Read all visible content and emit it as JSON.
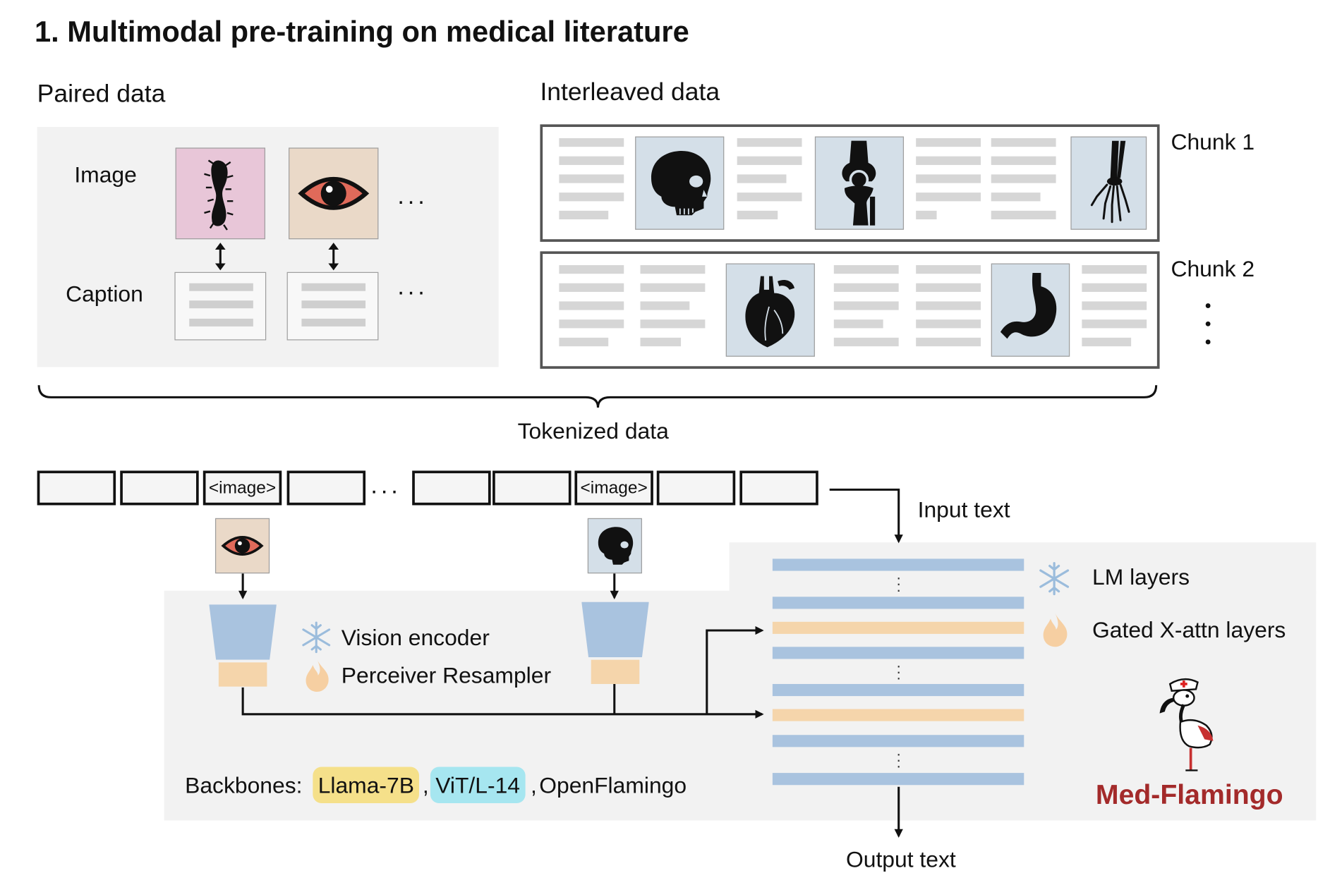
{
  "section_title": "1. Multimodal pre-training on medical literature",
  "paired": {
    "title": "Paired data",
    "image_label": "Image",
    "caption_label": "Caption",
    "ellipsis": "..."
  },
  "interleaved": {
    "title": "Interleaved data",
    "chunk1_label": "Chunk 1",
    "chunk2_label": "Chunk 2"
  },
  "tokenized": {
    "label": "Tokenized data",
    "image_token": "<image>",
    "ellipsis": "..."
  },
  "flow": {
    "input_text": "Input text",
    "output_text": "Output text"
  },
  "vision": {
    "encoder_label": "Vision encoder",
    "resampler_label": "Perceiver Resampler"
  },
  "backbones": {
    "prefix": "Backbones:",
    "llm": "Llama-7B",
    "llm_sep": ",",
    "vit": "ViT/L-14",
    "vit_sep": ",",
    "flamingo": "OpenFlamingo"
  },
  "legend": {
    "lm_layers": "LM layers",
    "xattn_layers": "Gated X-attn layers"
  },
  "brand": "Med-Flamingo",
  "colors": {
    "frozen_blue": "#a9c3df",
    "trainable_orange": "#f5d5ab",
    "llama_chip": "#f5e08a",
    "vit_chip": "#a6e6f0",
    "brand_red": "#a32a2a"
  }
}
